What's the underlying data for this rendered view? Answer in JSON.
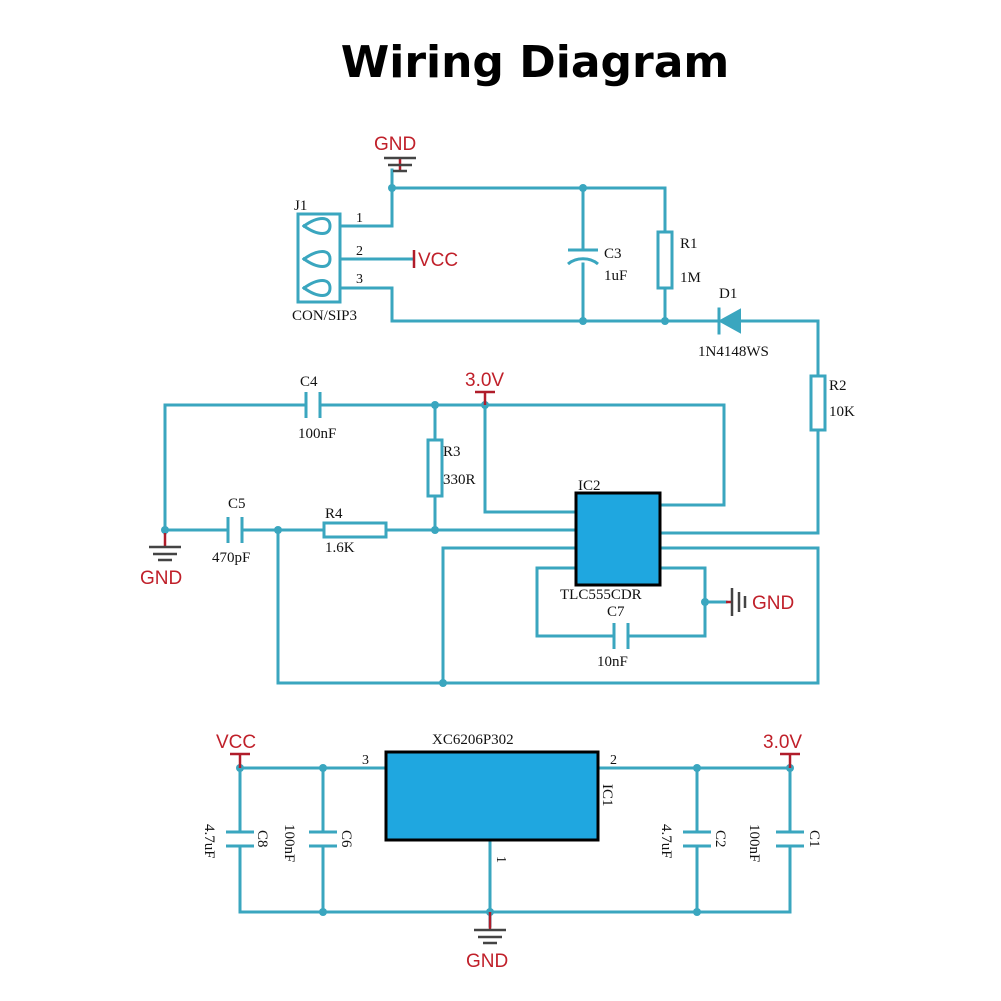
{
  "title": "Wiring Diagram",
  "net_labels": {
    "gnd": "GND",
    "vcc": "VCC",
    "v3": "3.0V"
  },
  "components": {
    "j1": {
      "ref": "J1",
      "value": "CON/SIP3",
      "pins": [
        "1",
        "2",
        "3"
      ]
    },
    "c3": {
      "ref": "C3",
      "value": "1uF"
    },
    "r1": {
      "ref": "R1",
      "value": "1M"
    },
    "d1": {
      "ref": "D1",
      "value": "1N4148WS"
    },
    "r2": {
      "ref": "R2",
      "value": "10K"
    },
    "c4": {
      "ref": "C4",
      "value": "100nF"
    },
    "r3": {
      "ref": "R3",
      "value": "330R"
    },
    "c5": {
      "ref": "C5",
      "value": "470pF"
    },
    "r4": {
      "ref": "R4",
      "value": "1.6K"
    },
    "ic2": {
      "ref": "IC2",
      "value": "TLC555CDR"
    },
    "c7": {
      "ref": "C7",
      "value": "10nF"
    },
    "ic1": {
      "ref": "IC1",
      "value": "XC6206P302",
      "pins": [
        "3",
        "2",
        "1"
      ]
    },
    "c8": {
      "ref": "C8",
      "value": "4.7uF"
    },
    "c6": {
      "ref": "C6",
      "value": "100nF"
    },
    "c2": {
      "ref": "C2",
      "value": "4.7uF"
    },
    "c1": {
      "ref": "C1",
      "value": "100nF"
    }
  }
}
